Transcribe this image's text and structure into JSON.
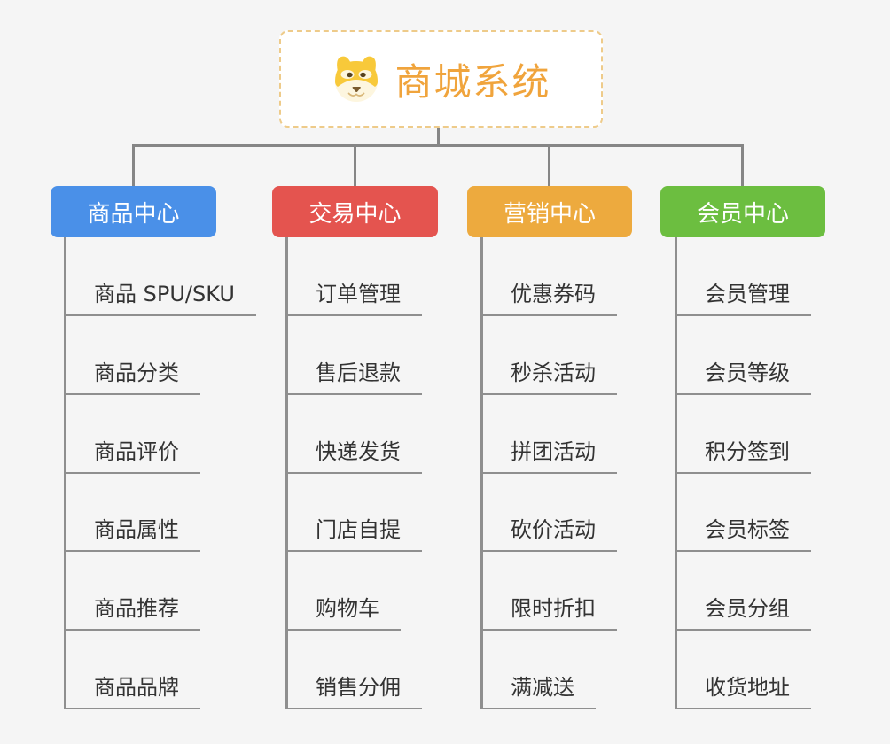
{
  "root": {
    "title": "商城系统",
    "icon": "dog-face-icon",
    "text_color": "#f0a43c",
    "border_color": "#eecb8a",
    "background": "#ffffff"
  },
  "branches": [
    {
      "label": "商品中心",
      "color": "#4a90e8",
      "children": [
        "商品 SPU/SKU",
        "商品分类",
        "商品评价",
        "商品属性",
        "商品推荐",
        "商品品牌"
      ]
    },
    {
      "label": "交易中心",
      "color": "#e4544f",
      "children": [
        "订单管理",
        "售后退款",
        "快递发货",
        "门店自提",
        "购物车",
        "销售分佣"
      ]
    },
    {
      "label": "营销中心",
      "color": "#edaa3e",
      "children": [
        "优惠券码",
        "秒杀活动",
        "拼团活动",
        "砍价活动",
        "限时折扣",
        "满减送"
      ]
    },
    {
      "label": "会员中心",
      "color": "#6cbe40",
      "children": [
        "会员管理",
        "会员等级",
        "积分签到",
        "会员标签",
        "会员分组",
        "收货地址"
      ]
    }
  ],
  "colors": {
    "connector_line": "#868686",
    "leaf_underline": "#8f8f8f",
    "leaf_text": "#333333",
    "page_background": "#f5f5f5"
  }
}
